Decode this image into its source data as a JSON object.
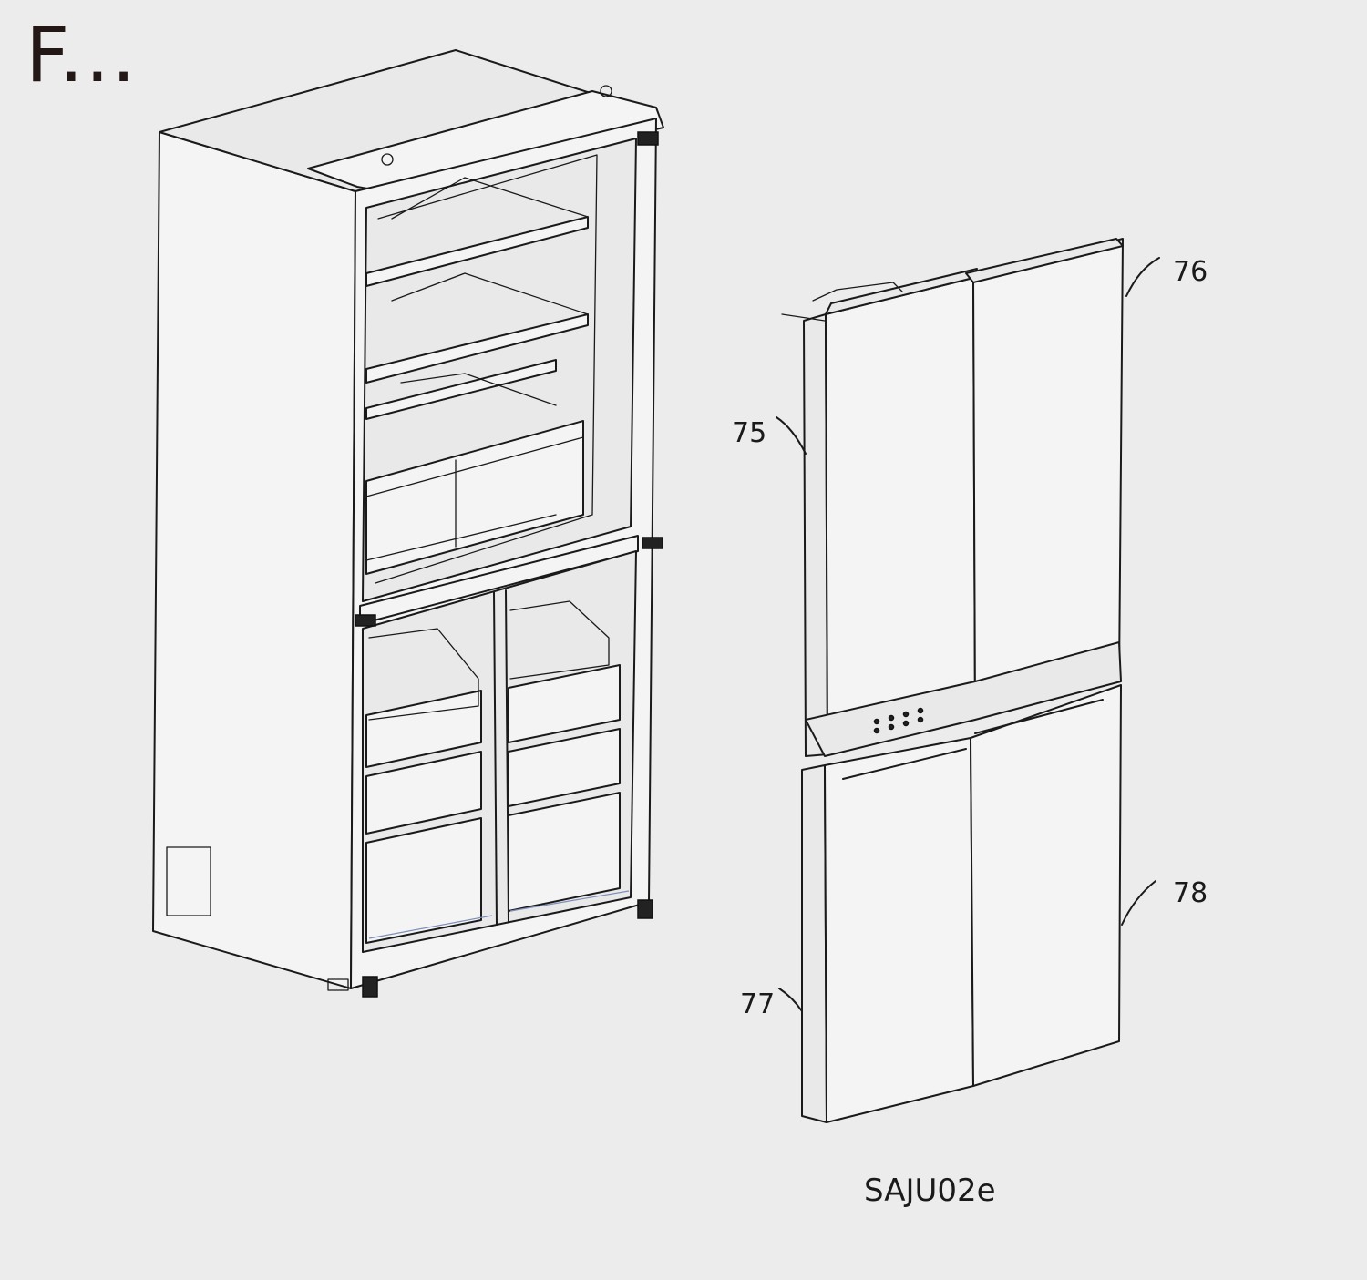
{
  "title": "F...",
  "callouts": {
    "c75": "75",
    "c76": "76",
    "c77": "77",
    "c78": "78"
  },
  "figure_code": "SAJU02e",
  "colors": {
    "background": "#ececec",
    "line": "#1a1a1a"
  }
}
